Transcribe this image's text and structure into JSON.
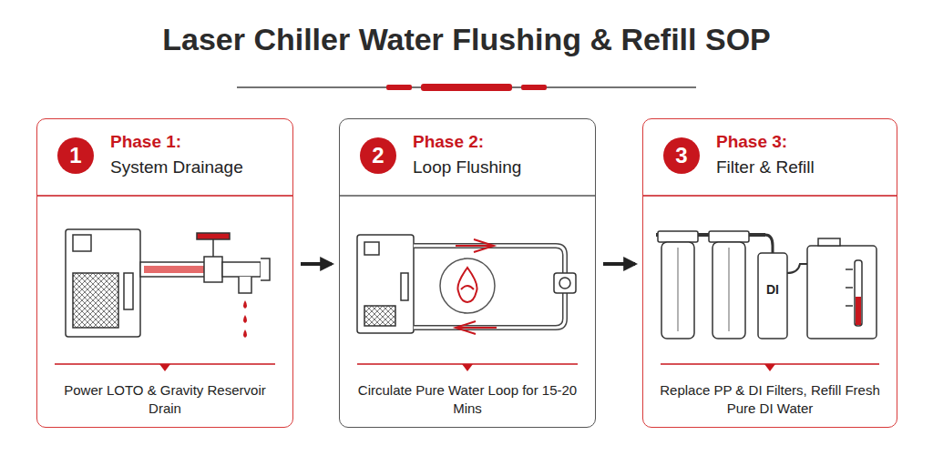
{
  "diagram": {
    "title": "Laser Chiller Water Flushing & Refill SOP",
    "nodes": [
      {
        "text": [
          "Phase 1:",
          "System Drainage",
          "Power LOTO & Gravity Reservoir Drain"
        ]
      },
      {
        "text": [
          "1"
        ],
        "in": 0
      },
      {
        "text": [
          "Phase 2:",
          "Loop Flushing",
          "Circulate Pure Water Loop for 15-20 Mins"
        ]
      },
      {
        "text": [
          "2"
        ],
        "in": 2
      },
      {
        "text": [
          "Phase 3:",
          "Filter & Refill",
          "Replace PP & DI Filters, Refill Fresh Pure DI Water"
        ]
      },
      {
        "text": [
          "3"
        ],
        "in": 4
      }
    ],
    "edges": [
      {
        "from": 0,
        "to": 2,
        "arrow": "to"
      },
      {
        "from": 2,
        "to": 4,
        "arrow": "to"
      }
    ],
    "labels": [
      "DI"
    ]
  }
}
